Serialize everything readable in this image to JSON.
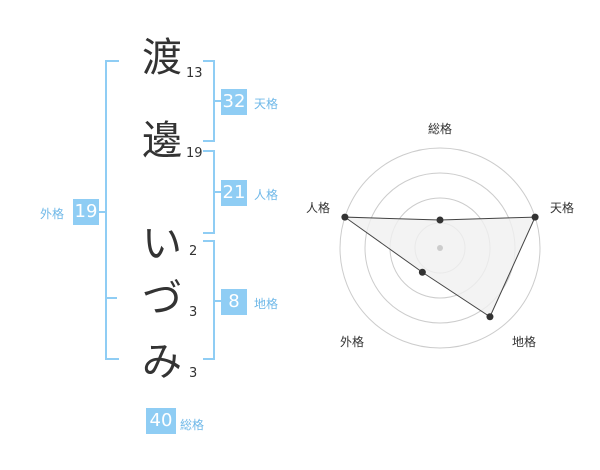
{
  "name": {
    "chars": [
      {
        "char": "渡",
        "strokes": "13"
      },
      {
        "char": "邊",
        "strokes": "19"
      },
      {
        "char": "い",
        "strokes": "2"
      },
      {
        "char": "づ",
        "strokes": "3"
      },
      {
        "char": "み",
        "strokes": "3"
      }
    ]
  },
  "kaku": {
    "tenkaku": {
      "value": "32",
      "label": "天格"
    },
    "jinkaku": {
      "value": "21",
      "label": "人格"
    },
    "chikaku": {
      "value": "8",
      "label": "地格"
    },
    "gaikaku": {
      "value": "19",
      "label": "外格"
    },
    "soukaku": {
      "value": "40",
      "label": "総格"
    }
  },
  "chart_data": {
    "type": "radar",
    "axes": [
      "総格",
      "天格",
      "地格",
      "外格",
      "人格"
    ],
    "values": [
      0.28,
      1.0,
      0.85,
      0.3,
      1.0
    ],
    "rings": 4,
    "grid": true,
    "colors": {
      "fill": "#f0f0f0",
      "stroke": "#444444",
      "ring": "#cccccc",
      "accent": "#8fcdf4"
    }
  }
}
